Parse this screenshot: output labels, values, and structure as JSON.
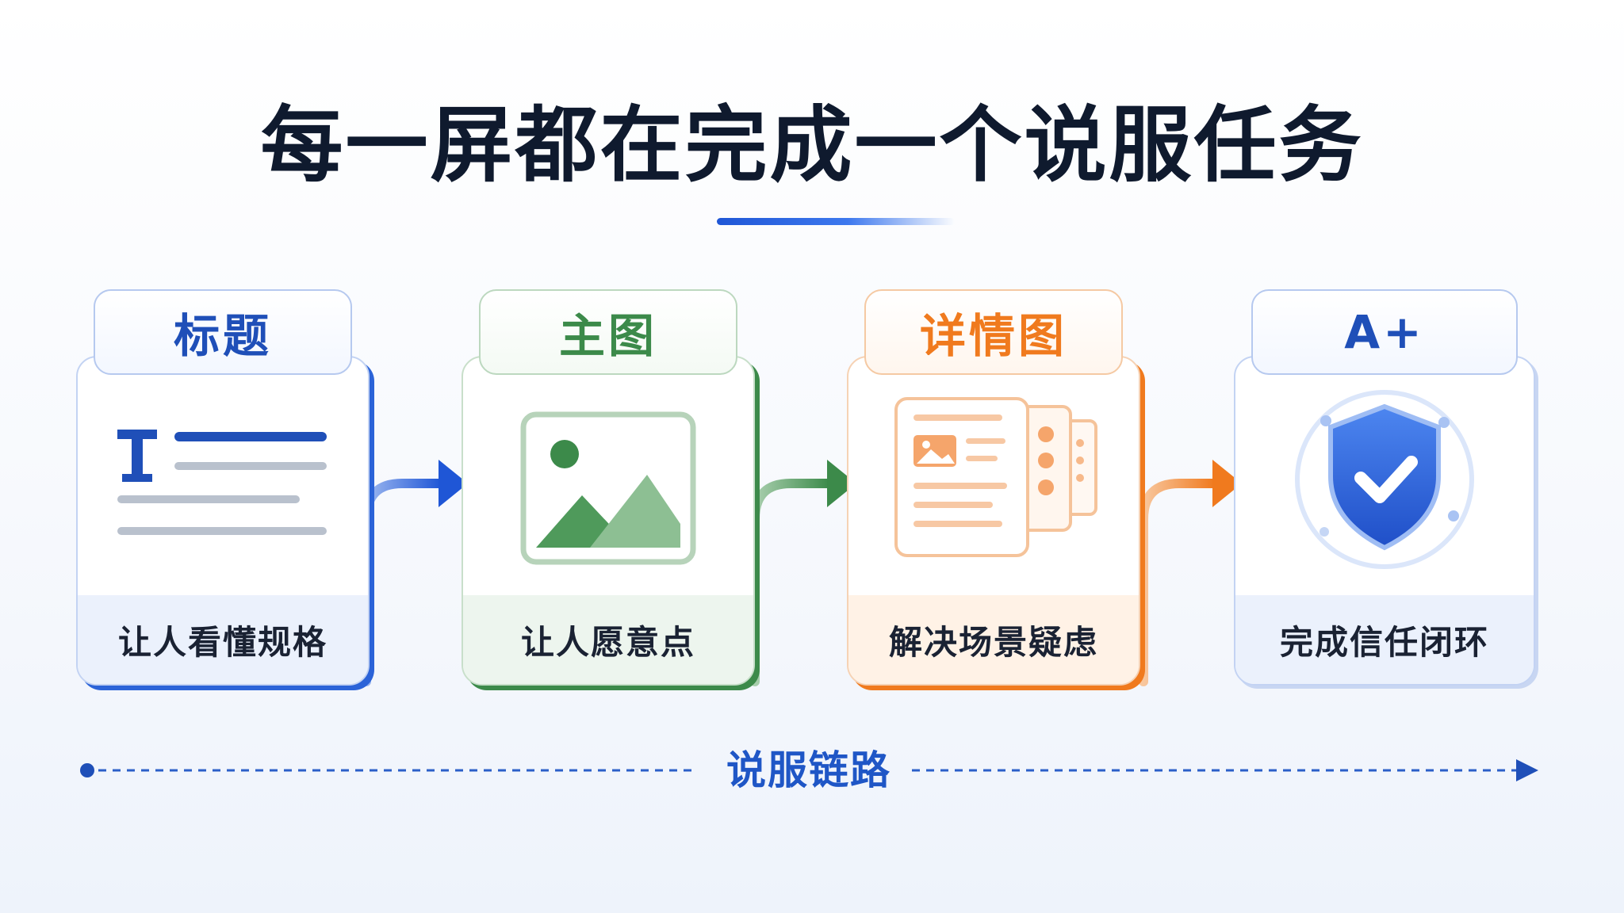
{
  "title": "每一屏都在完成一个说服任务",
  "colors": {
    "blue": "#1f56d6",
    "green": "#3c8a4a",
    "orange": "#f07a1e",
    "navy": "#0f1a2e"
  },
  "steps": [
    {
      "tab": "标题",
      "caption": "让人看懂规格",
      "icon": "text-lines-icon"
    },
    {
      "tab": "主图",
      "caption": "让人愿意点",
      "icon": "image-icon"
    },
    {
      "tab": "详情图",
      "caption": "解决场景疑虑",
      "icon": "detail-pages-icon"
    },
    {
      "tab": "A+",
      "caption": "完成信任闭环",
      "icon": "shield-check-icon"
    }
  ],
  "chain_label": "说服链路"
}
